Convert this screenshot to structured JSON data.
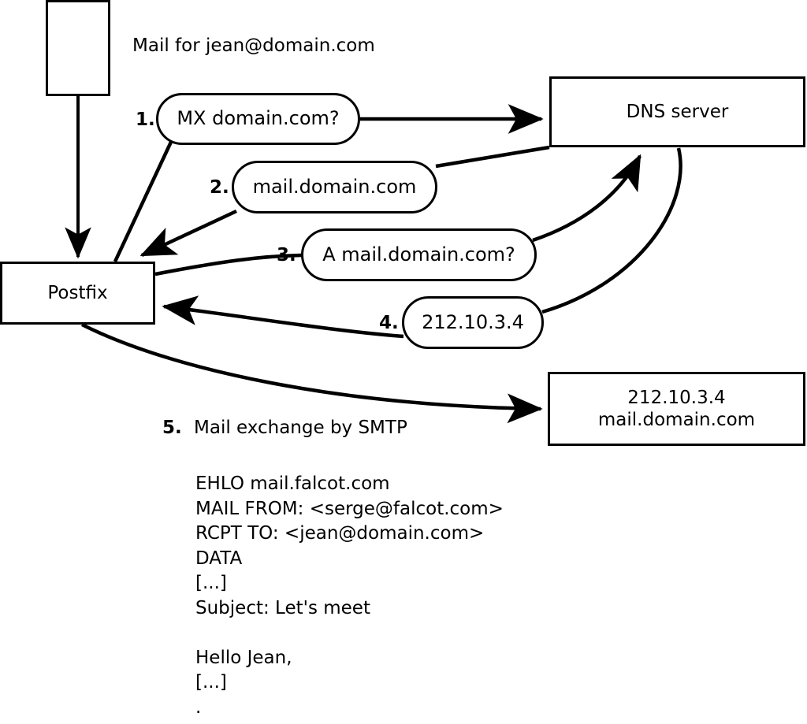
{
  "diagram": {
    "title_note": "Mail for jean@domain.com",
    "nodes": {
      "source_box": {
        "label": ""
      },
      "postfix": {
        "label": "Postfix"
      },
      "dns_server": {
        "label": "DNS server"
      },
      "mail_server": {
        "label": "212.10.3.4\nmail.domain.com"
      }
    },
    "steps": [
      {
        "number": "1.",
        "text": "MX domain.com?"
      },
      {
        "number": "2.",
        "text": "mail.domain.com"
      },
      {
        "number": "3.",
        "text": "A mail.domain.com?"
      },
      {
        "number": "4.",
        "text": "212.10.3.4"
      },
      {
        "number": "5.",
        "text": "Mail exchange by SMTP"
      }
    ],
    "smtp_transcript": "EHLO mail.falcot.com\nMAIL FROM: <serge@falcot.com>\nRCPT TO: <jean@domain.com>\nDATA\n[...]\nSubject: Let's meet\n\nHello Jean,\n[...]\n.",
    "colors": {
      "stroke": "#000000",
      "fill": "#ffffff",
      "text": "#000000"
    }
  }
}
